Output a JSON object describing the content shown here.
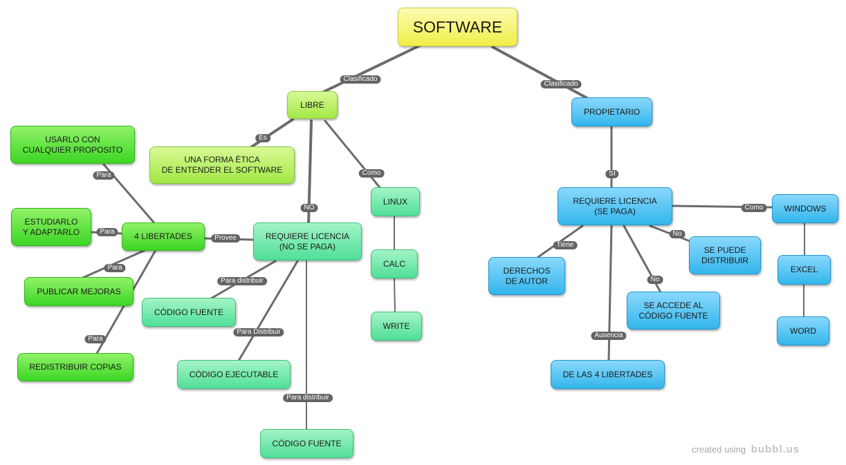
{
  "nodes": {
    "software": "SOFTWARE",
    "libre": "LIBRE",
    "propietario": "PROPIETARIO",
    "forma_etica": "UNA FORMA ÈTICA\nDE ENTENDER EL SOFTWARE",
    "usarlo": "USARLO CON\nCUALQUIER PROPOSITO",
    "estudiarlo": "ESTUDIARLO\nY ADAPTARLO",
    "libertades": "4 LIBERTADES",
    "publicar": "PUBLICAR MEJORAS",
    "redistribuir": "REDISTRIBUIR COPIAS",
    "requiere_libre": "REQUIERE LICENCIA\n(NO SE PAGA)",
    "codigo_fuente_1": "CÓDIGO FUENTE",
    "codigo_ejecutable": "CÓDIGO EJECUTABLE",
    "codigo_fuente_2": "CÓDIGO FUENTE",
    "linux": "LINUX",
    "calc": "CALC",
    "write": "WRITE",
    "requiere_prop": "REQUIERE LICENCIA\n(SE PAGA)",
    "windows": "WINDOWS",
    "excel": "EXCEL",
    "word": "WORD",
    "derechos": "DERECHOS\nDE AUTOR",
    "se_puede": "SE PUEDE\nDISTRIBUIR",
    "se_accede": "SE ACCEDE AL\nCÓDIGO FUENTE",
    "cuatro_libertades": "DE LAS 4 LIBERTADES"
  },
  "labels": {
    "clasificado_1": "Clasificado",
    "clasificado_2": "Clasificado",
    "es": "Es",
    "no": "NO",
    "como_1": "Como",
    "para_1": "Para",
    "para_2": "Para",
    "para_3": "Para",
    "para_4": "Para",
    "provee": "Provee",
    "para_distribuir_1": "Para distribuir",
    "para_distribuir_2": "Para Distribuir",
    "para_distribuir_3": "Para distribuir",
    "si": "SI",
    "como_2": "Como",
    "tiene": "Tiene",
    "no_1": "No",
    "no_2": "No",
    "ausencia": "Ausencia"
  },
  "footer": {
    "created": "created using",
    "brand": "bubbl.us"
  },
  "colors": {
    "line": "#6b6b6b",
    "label_bg": "#646464"
  }
}
